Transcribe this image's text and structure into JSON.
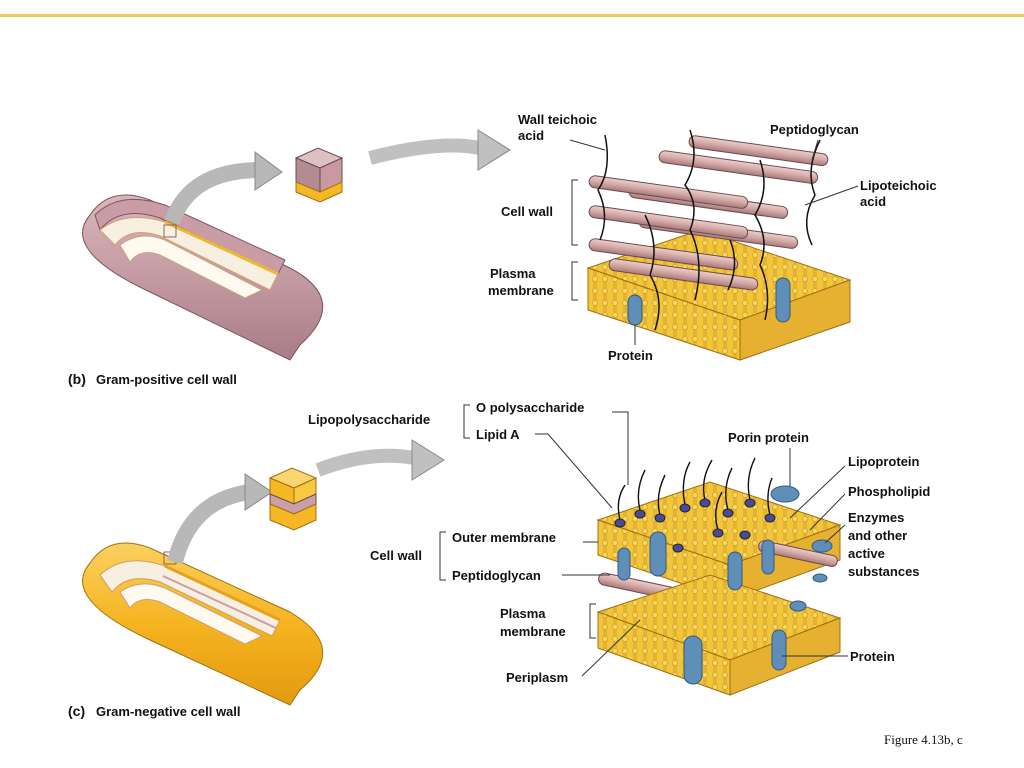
{
  "gram_positive": {
    "caption_letter": "(b)",
    "caption_text": "Gram-positive cell wall",
    "labels": {
      "wall_teichoic_acid_line1": "Wall teichoic",
      "wall_teichoic_acid_line2": "acid",
      "peptidoglycan": "Peptidoglycan",
      "lipoteichoic_line1": "Lipoteichoic",
      "lipoteichoic_line2": "acid",
      "cell_wall": "Cell wall",
      "plasma_line1": "Plasma",
      "plasma_line2": "membrane",
      "protein": "Protein"
    }
  },
  "gram_negative": {
    "caption_letter": "(c)",
    "caption_text": "Gram-negative cell wall",
    "labels": {
      "lipopolysaccharide": "Lipopolysaccharide",
      "o_polysaccharide": "O polysaccharide",
      "lipid_a": "Lipid A",
      "porin_protein": "Porin protein",
      "lipoprotein": "Lipoprotein",
      "phospholipid": "Phospholipid",
      "enzymes_line1": "Enzymes",
      "enzymes_line2": "and other",
      "enzymes_line3": "active",
      "enzymes_line4": "substances",
      "cell_wall": "Cell wall",
      "outer_membrane": "Outer membrane",
      "peptidoglycan": "Peptidoglycan",
      "plasma_line1": "Plasma",
      "plasma_line2": "membrane",
      "periplasm": "Periplasm",
      "protein": "Protein"
    }
  },
  "figure_note": "Figure 4.13b, c",
  "colors": {
    "accent_bar": "#f6c95a",
    "gram_positive_cell": "#c9a0a8",
    "gram_negative_cell": "#f5b724",
    "membrane": "#f2c53a",
    "peptidoglycan_rod": "#d8aeb0",
    "protein": "#5f8fb8",
    "lps_head": "#4a4a9a"
  }
}
